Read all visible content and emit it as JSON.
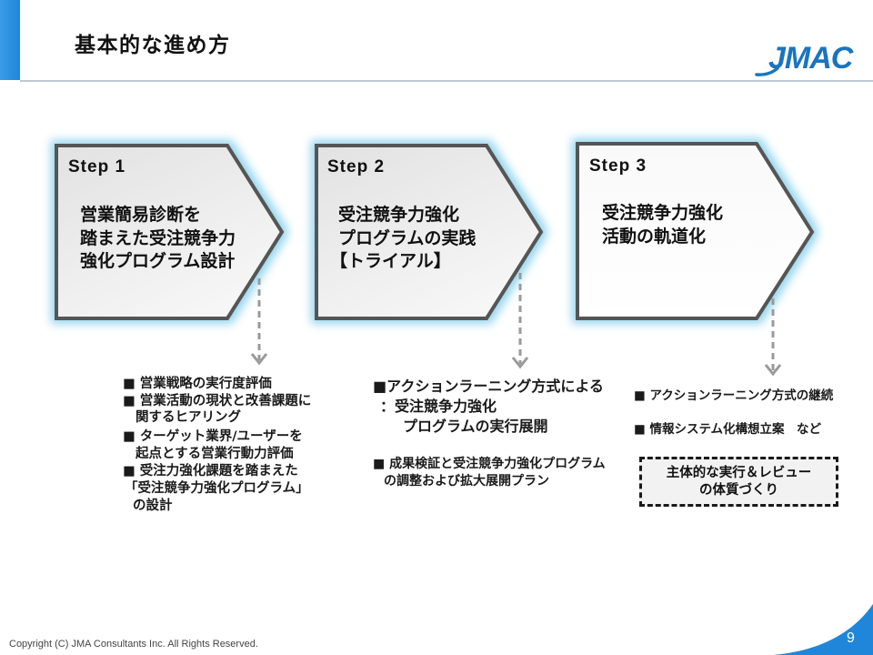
{
  "header": {
    "title": "基本的な進め方",
    "logo_text": "JMAC"
  },
  "colors": {
    "accent": "#1f86d9",
    "logo": "#1a74c0",
    "step_border": "#555555",
    "glow": "#8ed2ee",
    "arrow": "#9a9a9a"
  },
  "steps": [
    {
      "label": "Step 1",
      "lines": [
        "営業簡易診断を",
        "踏まえた受注競争力",
        "強化プログラム設計"
      ]
    },
    {
      "label": "Step 2",
      "lines": [
        "受注競争力強化",
        "プログラムの実践",
        "【トライアル】"
      ]
    },
    {
      "label": "Step 3",
      "lines": [
        "受注競争力強化",
        "活動の軌道化"
      ]
    }
  ],
  "details": [
    {
      "lines": [
        "■ 営業戦略の実行度評価",
        "■ 営業活動の現状と改善課題に",
        "関するヒアリング",
        "■ ターゲット業界/ユーザーを",
        "起点とする営業行動力評価",
        "■ 受注力強化課題を踏まえた",
        "「受注競争力強化プログラム」",
        "の設計"
      ]
    },
    {
      "lines": [
        "■アクションラーニング方式による",
        "：受注競争力強化",
        "プログラムの実行展開",
        "■ 成果検証と受注競争力強化プログラム",
        "の調整および拡大展開プラン"
      ]
    },
    {
      "lines": [
        "■ アクションラーニング方式の継続",
        "■ 情報システム化構想立案　など"
      ]
    }
  ],
  "highlight_box": {
    "lines": [
      "主体的な実行＆レビュー",
      "の体質づくり"
    ]
  },
  "footer": {
    "copyright": "Copyright (C) JMA Consultants Inc. All Rights Reserved.",
    "page_number": "9"
  }
}
